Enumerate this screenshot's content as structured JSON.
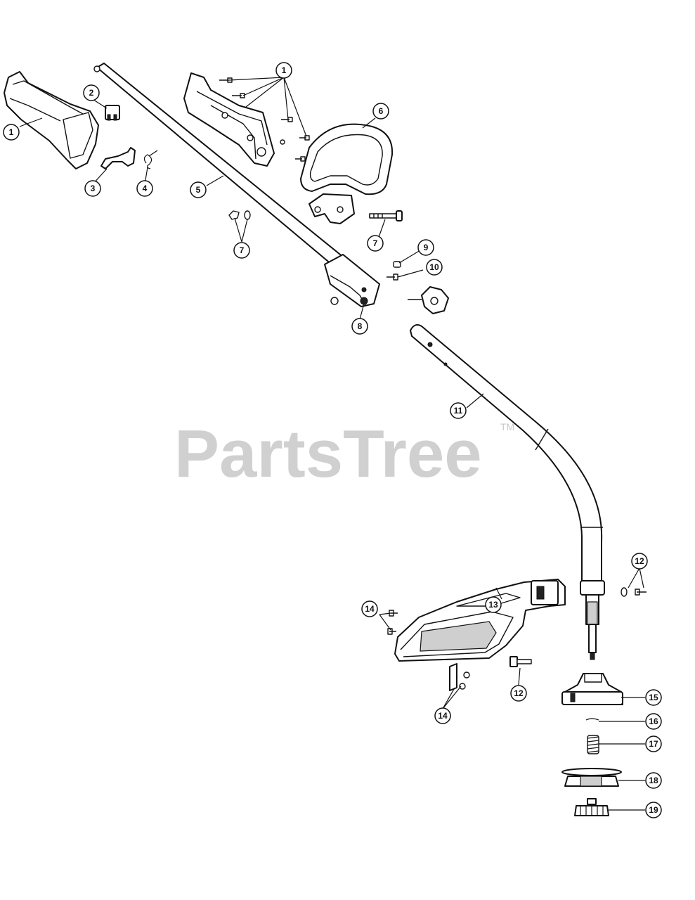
{
  "watermark": {
    "brand": "PartsTree",
    "trademark": "TM"
  },
  "callouts": [
    {
      "id": "c1a",
      "label": "1"
    },
    {
      "id": "c1b",
      "label": "1"
    },
    {
      "id": "c2",
      "label": "2"
    },
    {
      "id": "c3",
      "label": "3"
    },
    {
      "id": "c4",
      "label": "4"
    },
    {
      "id": "c5",
      "label": "5"
    },
    {
      "id": "c6",
      "label": "6"
    },
    {
      "id": "c7a",
      "label": "7"
    },
    {
      "id": "c7b",
      "label": "7"
    },
    {
      "id": "c8",
      "label": "8"
    },
    {
      "id": "c9",
      "label": "9"
    },
    {
      "id": "c10",
      "label": "10"
    },
    {
      "id": "c11",
      "label": "11"
    },
    {
      "id": "c12a",
      "label": "12"
    },
    {
      "id": "c12b",
      "label": "12"
    },
    {
      "id": "c13",
      "label": "13"
    },
    {
      "id": "c14a",
      "label": "14"
    },
    {
      "id": "c14b",
      "label": "14"
    },
    {
      "id": "c15",
      "label": "15"
    },
    {
      "id": "c16",
      "label": "16"
    },
    {
      "id": "c17",
      "label": "17"
    },
    {
      "id": "c18",
      "label": "18"
    },
    {
      "id": "c19",
      "label": "19"
    }
  ]
}
